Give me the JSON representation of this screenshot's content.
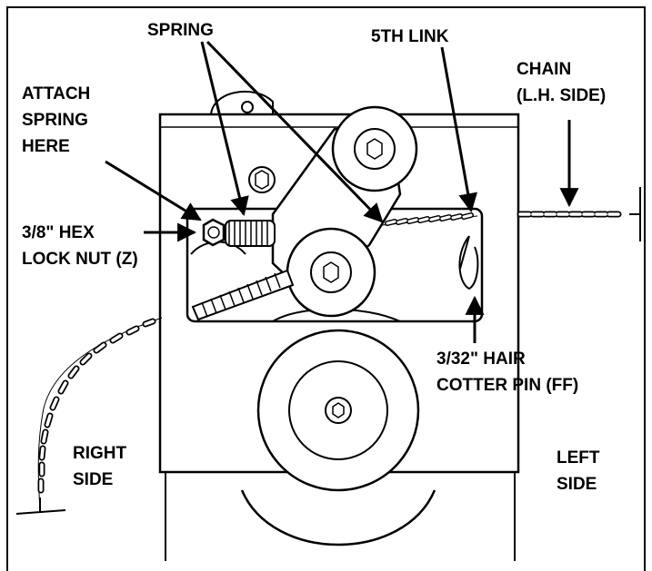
{
  "labels": {
    "spring": "SPRING",
    "fifth_link": "5TH LINK",
    "chain_lh_line1": "CHAIN",
    "chain_lh_line2": "(L.H. SIDE)",
    "attach_line1": "ATTACH",
    "attach_line2": "SPRING",
    "attach_line3": "HERE",
    "hex_line1": "3/8\" HEX",
    "hex_line2": "LOCK NUT (Z)",
    "cotter_line1": "3/32\" HAIR",
    "cotter_line2": "COTTER PIN (FF)",
    "right_line1": "RIGHT",
    "right_line2": "SIDE",
    "left_line1": "LEFT",
    "left_line2": "SIDE"
  },
  "colors": {
    "ink": "#000000",
    "paper": "#ffffff",
    "shade": "#d9d9d9"
  }
}
